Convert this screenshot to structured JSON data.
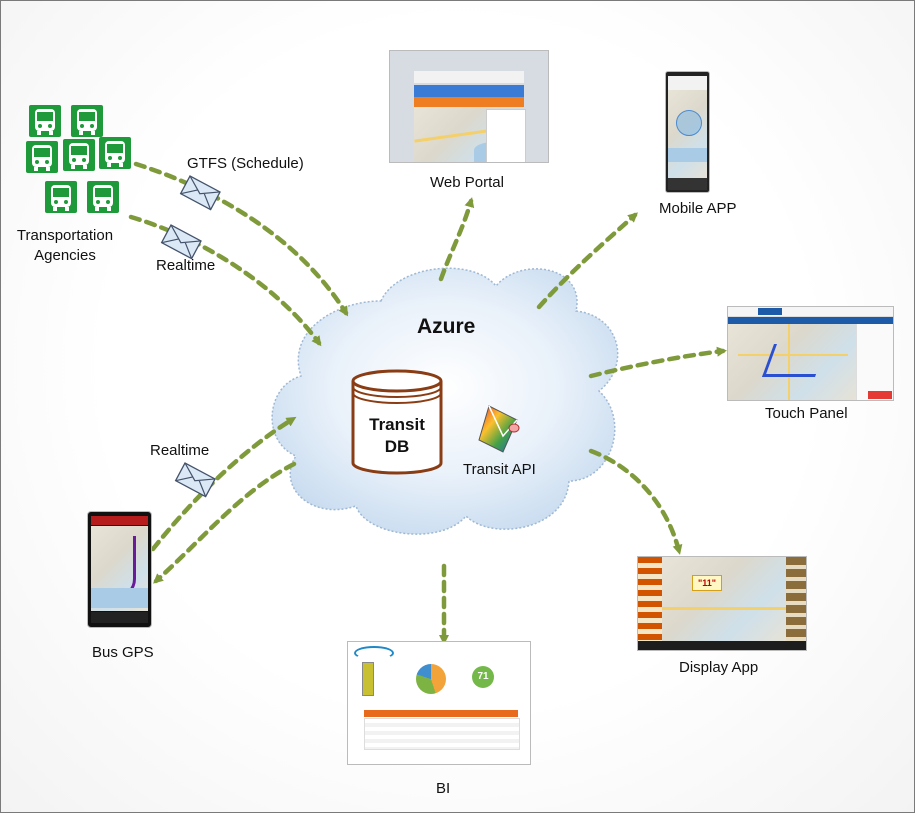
{
  "diagram": {
    "cloud": {
      "title": "Azure"
    },
    "database": {
      "line1": "Transit",
      "line2": "DB"
    },
    "api": {
      "label": "Transit API"
    },
    "sources": {
      "agencies": {
        "line1": "Transportation",
        "line2": "Agencies"
      },
      "bus_gps": {
        "label": "Bus GPS"
      }
    },
    "feeds": {
      "gtfs": "GTFS (Schedule)",
      "realtime_agency": "Realtime",
      "realtime_bus": "Realtime"
    },
    "outputs": {
      "web_portal": "Web Portal",
      "mobile_app": "Mobile APP",
      "touch_panel": "Touch Panel",
      "display_app": "Display App",
      "bi": "BI"
    },
    "bi_screen": {
      "gauge_value": "71"
    },
    "display_screen": {
      "marker": "\"11\""
    },
    "colors": {
      "arrow": "#7f9a3a",
      "bus_icon": "#1f9a3a",
      "cloud_fill": "#dbe8f5",
      "db_stroke": "#8a3d14",
      "touch_header": "#1d5aa8",
      "web_orange": "#ef7d22",
      "bi_table_header": "#e86a1c"
    },
    "icons": [
      "bus-icon",
      "envelope-icon",
      "database-icon",
      "transit-api-icon"
    ]
  }
}
